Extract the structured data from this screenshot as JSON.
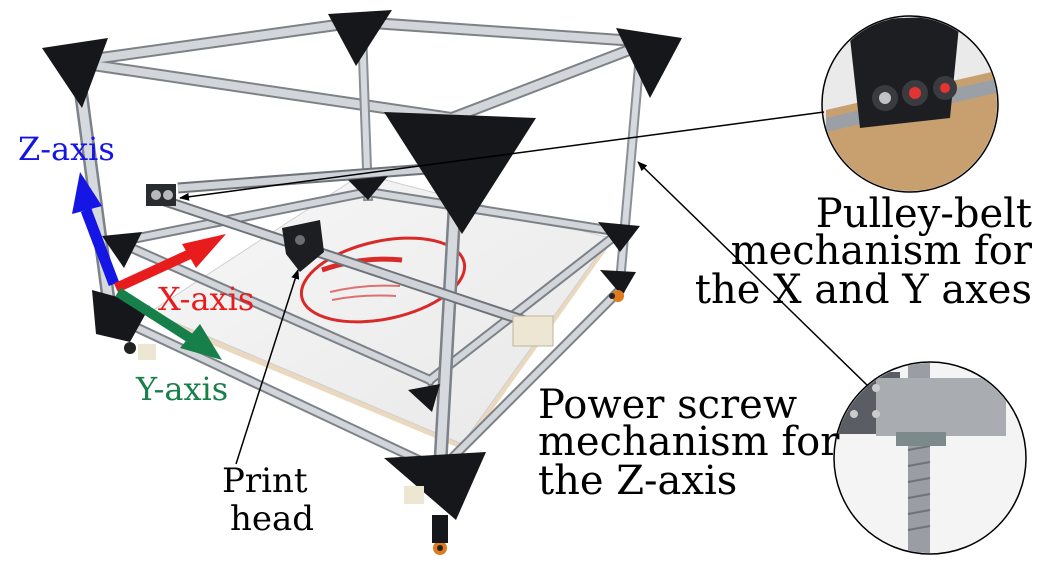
{
  "labels": {
    "z_axis": "Z-axis",
    "x_axis": "X-axis",
    "y_axis": "Y-axis",
    "print_head_line1": "Print",
    "print_head_line2": "head",
    "pulley_line1": "Pulley-belt",
    "pulley_line2": "mechanism for",
    "pulley_line3": "the X and Y axes",
    "screw_line1": "Power screw",
    "screw_line2": "mechanism for",
    "screw_line3": "the Z-axis"
  },
  "colors": {
    "z_axis": "#1515e6",
    "x_axis": "#e81c1c",
    "y_axis": "#17804a",
    "frame": "#c9ccd1",
    "frame_edge": "#7d8289",
    "corner": "#16171a",
    "logo": "#d92a2a"
  }
}
